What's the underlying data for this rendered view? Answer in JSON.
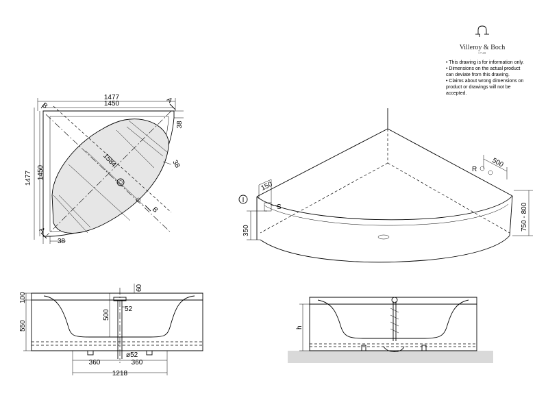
{
  "brand": {
    "name": "Villeroy & Boch",
    "established": "1748"
  },
  "notes": [
    "• This drawing is for information only.",
    "• Dimensions on the actual product",
    "   can deviate from this drawing.",
    "• Claims about wrong dimensions on",
    "   product or drawings will not be",
    "   accepted."
  ],
  "plan_view": {
    "outer_width": "1477",
    "inner_width": "1450",
    "outer_height": "1477",
    "inner_height": "1450",
    "diagonal": "1584",
    "rim_right_top": "38",
    "rim_arc": "38",
    "rim_bottom": "38",
    "section_a": "A",
    "section_b": "B"
  },
  "iso_view": {
    "width_150": "150",
    "height_350": "350",
    "dist_500": "500",
    "height_range": "750 - 800",
    "label_r": "R",
    "label_s": "S",
    "label_i": "I"
  },
  "section_view": {
    "rim_100": "100",
    "height_550": "550",
    "inner_500": "500",
    "overflow_60": "60",
    "overflow_52": "52",
    "drain_dia": "ø52",
    "left_360": "360",
    "right_360": "360",
    "width_1218": "1218"
  },
  "side_view": {
    "label_h": "h"
  }
}
